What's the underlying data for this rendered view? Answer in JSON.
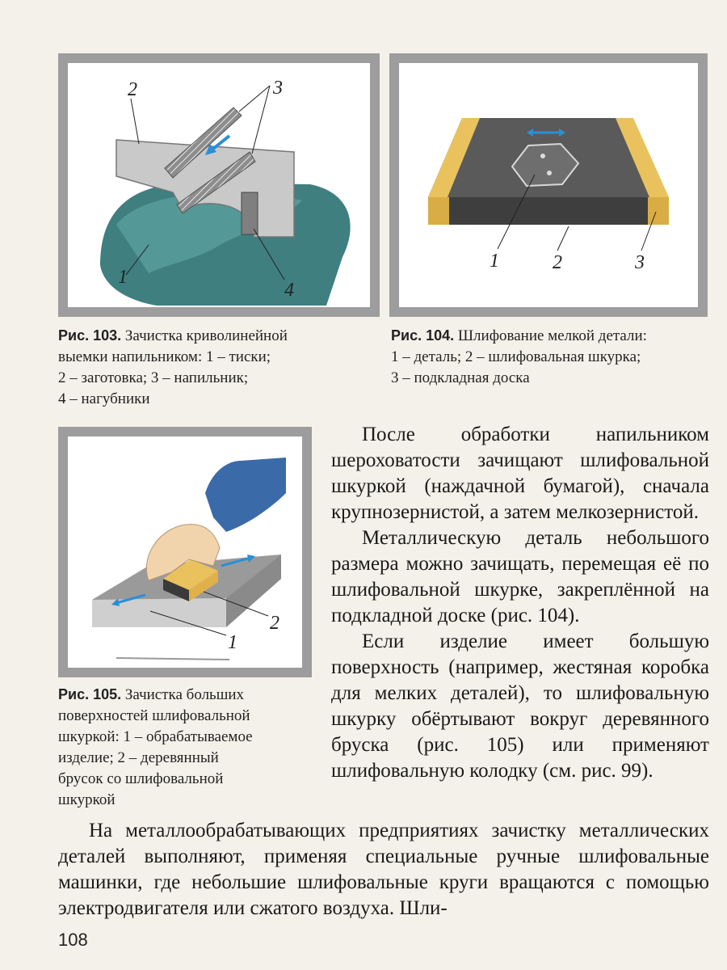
{
  "figures": {
    "fig103": {
      "labels": [
        "1",
        "2",
        "3",
        "4"
      ],
      "caption_no": "Рис. 103.",
      "caption_lines": [
        "Зачистка криволинейной",
        "выемки напильником: 1 – тиски;",
        "2 – заготовка; 3 – напильник;",
        "4 – нагубники"
      ]
    },
    "fig104": {
      "labels": [
        "1",
        "2",
        "3"
      ],
      "caption_no": "Рис. 104.",
      "caption_lines": [
        "Шлифование мелкой детали:",
        "1 – деталь; 2 – шлифовальная шкурка;",
        "3 – подкладная доска"
      ]
    },
    "fig105": {
      "labels": [
        "1",
        "2"
      ],
      "caption_no": "Рис. 105.",
      "caption_lines": [
        "Зачистка больших",
        "поверхностей шлифовальной",
        "шкуркой: 1 – обрабатываемое",
        "изделие; 2 – деревянный",
        "брусок со шлифовальной",
        "шкуркой"
      ]
    }
  },
  "paragraphs": [
    "После обработки напильником шероховатости зачищают шлифовальной шкуркой (наждачной бумагой), сначала крупнозернистой, а затем мелкозернистой.",
    "Металлическую деталь небольшого размера можно зачищать, перемещая её по шлифовальной шкурке, закреплённой на подкладной доске (рис. 104).",
    "Если изделие имеет большую поверхность (например, жестяная коробка для мелких деталей), то шлифовальную шкурку обёртывают вокруг деревянного бруска (рис. 105) или применяют шлифовальную колодку (см. рис. 99).",
    "На металлообрабатывающих предприятиях зачистку металлических деталей выполняют, применяя специальные ручные шлифовальные машинки, где небольшие шлифовальные круги вращаются с помощью электродвигателя или сжатого воздуха. Шли-"
  ],
  "page_number": "108",
  "colors": {
    "frame": "#9d9d9d",
    "vise": "#3f7f80",
    "board": "#4a4a4a",
    "wood": "#e9c25e",
    "arrow": "#2b8fd4",
    "sleeve": "#3b6aa8",
    "skin": "#f1d4ac"
  }
}
